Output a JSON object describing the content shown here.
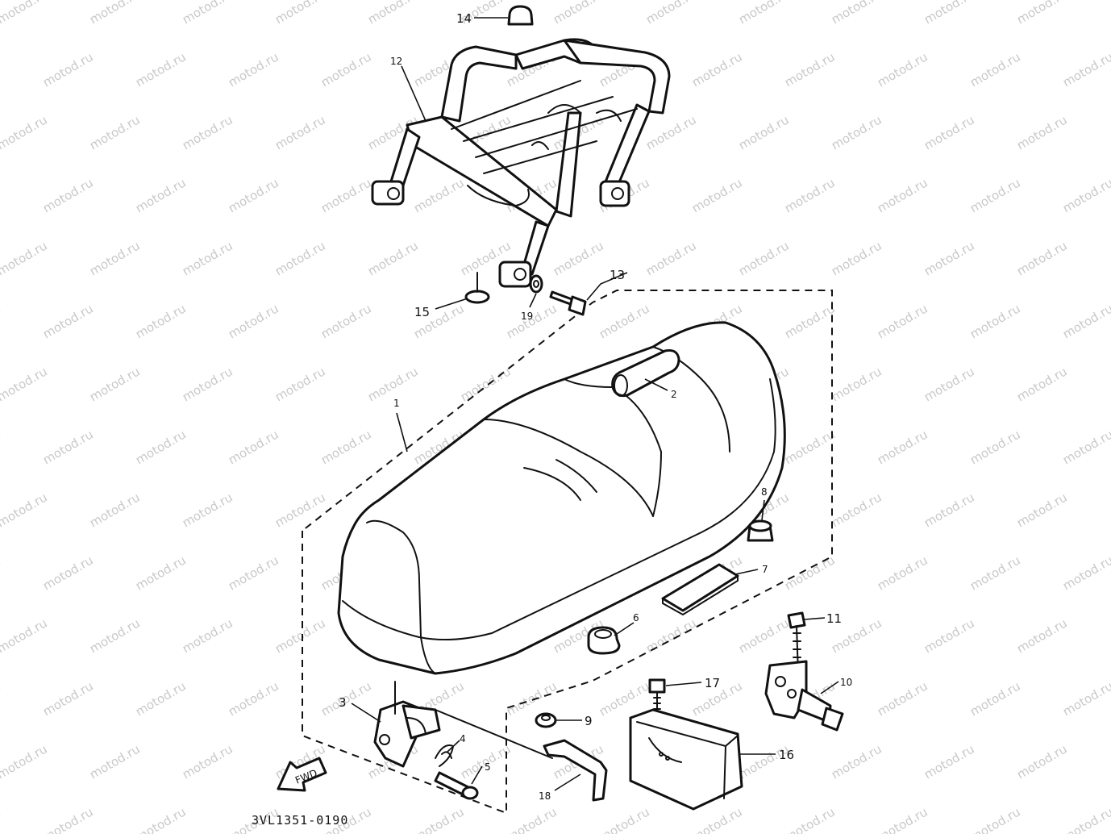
{
  "watermark": "motod.ru",
  "drawing_code": "3VL1351-0190",
  "fwd_label": "FWD",
  "callouts": {
    "c1": "1",
    "c2": "2",
    "c3": "3",
    "c4": "4",
    "c5": "5",
    "c6": "6",
    "c7": "7",
    "c8": "8",
    "c9": "9",
    "c10": "10",
    "c11": "11",
    "c12": "12",
    "c13": "13",
    "c14": "14",
    "c15": "15",
    "c16": "16",
    "c17": "17",
    "c18": "18",
    "c19": "19"
  },
  "colors": {
    "line": "#111111",
    "watermark": "#c9c9c9",
    "background": "#ffffff"
  }
}
